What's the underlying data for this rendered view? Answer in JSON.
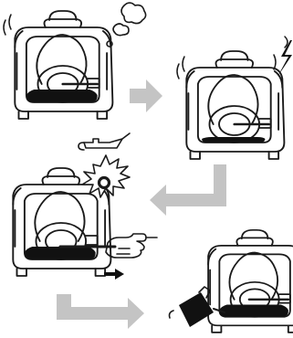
{
  "colors": {
    "line": "#1a1a1a",
    "oil": "#111111",
    "arrow": "#c4c4c4",
    "background": "#ffffff"
  },
  "panels": [
    {
      "step": 1,
      "description_icons": [
        "engine-icon",
        "exhaust-smoke-icon"
      ]
    },
    {
      "step": 2,
      "description_icons": [
        "engine-icon",
        "vibration-icon"
      ]
    },
    {
      "step": 3,
      "description_icons": [
        "oil-can-icon",
        "warning-burst-icon",
        "engine-icon",
        "hand-icon",
        "dipstick-icon"
      ]
    },
    {
      "step": 4,
      "description_icons": [
        "engine-icon",
        "oil-jug-icon"
      ]
    }
  ],
  "arrows": [
    "arrow-right",
    "arrow-down-left",
    "arrow-down-right"
  ]
}
